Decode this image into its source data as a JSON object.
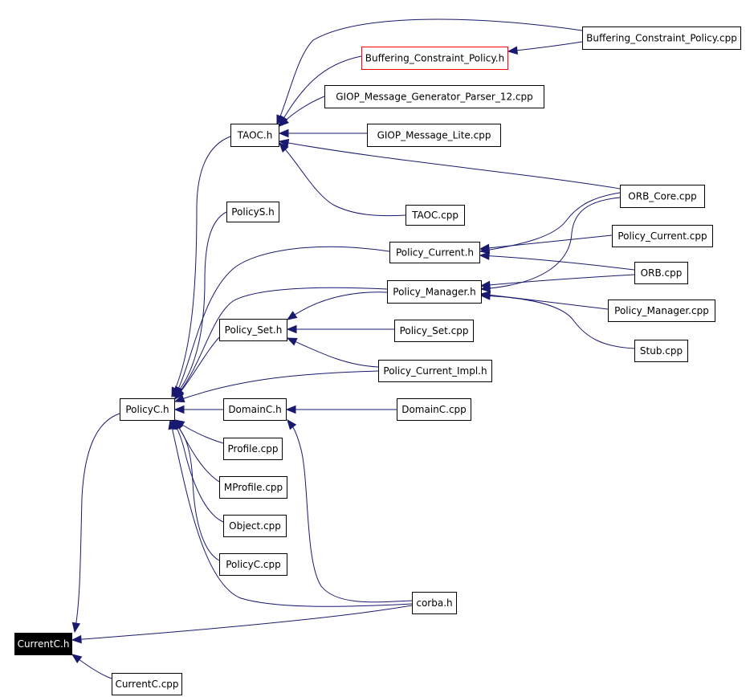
{
  "graph": {
    "colors": {
      "edge": "#191970",
      "highlight_border": "#ff0000",
      "root_fill": "#000000",
      "root_text": "#ffffff",
      "node_border": "#000000",
      "background": "#ffffff"
    },
    "nodes": [
      {
        "id": "buffering_cpp",
        "label": "Buffering_Constraint_Policy.cpp"
      },
      {
        "id": "buffering_h",
        "label": "Buffering_Constraint_Policy.h",
        "style": "highlight"
      },
      {
        "id": "giop_gen_cpp",
        "label": "GIOP_Message_Generator_Parser_12.cpp"
      },
      {
        "id": "taoc_h",
        "label": "TAOC.h"
      },
      {
        "id": "giop_lite_cpp",
        "label": "GIOP_Message_Lite.cpp"
      },
      {
        "id": "orb_core_cpp",
        "label": "ORB_Core.cpp"
      },
      {
        "id": "policys_h",
        "label": "PolicyS.h"
      },
      {
        "id": "taoc_cpp",
        "label": "TAOC.cpp"
      },
      {
        "id": "policy_current_cpp",
        "label": "Policy_Current.cpp"
      },
      {
        "id": "policy_current_h",
        "label": "Policy_Current.h"
      },
      {
        "id": "orb_cpp",
        "label": "ORB.cpp"
      },
      {
        "id": "policy_manager_h",
        "label": "Policy_Manager.h"
      },
      {
        "id": "policy_manager_cpp",
        "label": "Policy_Manager.cpp"
      },
      {
        "id": "policy_set_h",
        "label": "Policy_Set.h"
      },
      {
        "id": "policy_set_cpp",
        "label": "Policy_Set.cpp"
      },
      {
        "id": "stub_cpp",
        "label": "Stub.cpp"
      },
      {
        "id": "policy_current_impl_h",
        "label": "Policy_Current_Impl.h"
      },
      {
        "id": "policyc_h",
        "label": "PolicyC.h"
      },
      {
        "id": "domainc_h",
        "label": "DomainC.h"
      },
      {
        "id": "domainc_cpp",
        "label": "DomainC.cpp"
      },
      {
        "id": "profile_cpp",
        "label": "Profile.cpp"
      },
      {
        "id": "mprofile_cpp",
        "label": "MProfile.cpp"
      },
      {
        "id": "object_cpp",
        "label": "Object.cpp"
      },
      {
        "id": "policyc_cpp",
        "label": "PolicyC.cpp"
      },
      {
        "id": "corba_h",
        "label": "corba.h"
      },
      {
        "id": "currentc_h",
        "label": "CurrentC.h",
        "style": "root"
      },
      {
        "id": "currentc_cpp",
        "label": "CurrentC.cpp"
      }
    ]
  }
}
